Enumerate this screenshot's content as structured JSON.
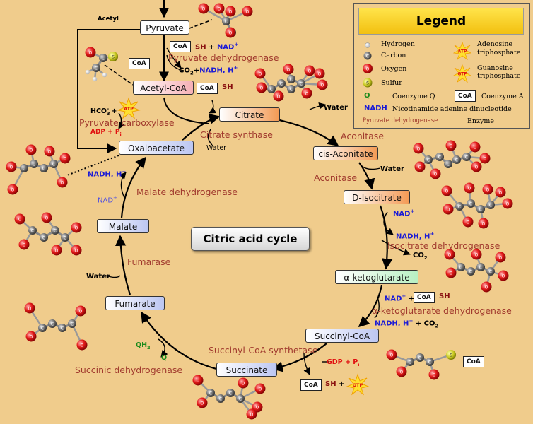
{
  "diagram": {
    "title": "Citric acid cycle",
    "metabolites": {
      "pyruvate": "Pyruvate",
      "acetyl_coa": "Acetyl-CoA",
      "citrate": "Citrate",
      "cis_aconitate": "cis-Aconitate",
      "d_isocitrate": "D-Isocitrate",
      "alpha_ketoglutarate": "α-ketoglutarate",
      "succinyl_coa": "Succinyl-CoA",
      "succinate": "Succinate",
      "fumarate": "Fumarate",
      "malate": "Malate",
      "oxaloacetate": "Oxaloacetate"
    },
    "enzymes": {
      "pyruvate_dehydrogenase": "Pyruvate dehydrogenase",
      "pyruvate_carboxylase": "Pyruvate carboxylase",
      "citrate_synthase": "Citrate synthase",
      "aconitase_1": "Aconitase",
      "aconitase_2": "Aconitase",
      "isocitrate_dehydrogenase": "Isocitrate dehydrogenase",
      "akg_dehydrogenase": "α-ketoglutarate dehydrogenase",
      "succinyl_coa_synthetase": "Succinyl-CoA synthetase",
      "succinic_dehydrogenase": "Succinic dehydrogenase",
      "fumarase": "Fumarase",
      "malate_dehydrogenase": "Malate dehydrogenase"
    },
    "cofactors": {
      "acetyl_label": "Acetyl",
      "coa": "CoA",
      "sh": "SH",
      "plus": "+",
      "nad": "NAD",
      "nad_sup": "+",
      "nadh": "NADH, H",
      "nadh_sup": "+",
      "co2_nadh": "CO",
      "co2_sub": "2",
      "water": "Water",
      "hco3": "HCO",
      "hco3_sub": "3",
      "hco3_sup": "-",
      "atp": "ATP",
      "adp_pi": "ADP + P",
      "pi_sub": "i",
      "gdp_pi": "GDP + P",
      "gtp": "GTP",
      "qh2": "QH",
      "qh2_sub": "2",
      "q": "Q"
    },
    "colors": {
      "background": "#f0cc8c",
      "enzyme": "#a13a2e",
      "nad": "#1a1ad6",
      "atp": "#e01010",
      "coa_sh": "#8a1010",
      "q": "#1a8a1a"
    }
  },
  "legend": {
    "title": "Legend",
    "items": [
      {
        "label": "Hydrogen",
        "icon": "hydrogen-atom"
      },
      {
        "label": "Carbon",
        "icon": "carbon-atom"
      },
      {
        "label": "Oxygen",
        "icon": "oxygen-atom"
      },
      {
        "label": "Sulfur",
        "icon": "sulfur-atom"
      },
      {
        "label": "Adenosine",
        "label2": "triphosphate",
        "icon": "atp-star",
        "sym": "ATP"
      },
      {
        "label": "Guanosine",
        "label2": "triphosphate",
        "icon": "gtp-star",
        "sym": "GTP"
      },
      {
        "label": "Coenzyme Q",
        "sym": "Q"
      },
      {
        "label": "Coenzyme A",
        "sym": "CoA"
      },
      {
        "label": "Nicotinamide adenine dinucleotide",
        "sym": "NADH"
      },
      {
        "label": "Enzyme",
        "sym": "Pyruvate dehydrogenase"
      }
    ]
  }
}
